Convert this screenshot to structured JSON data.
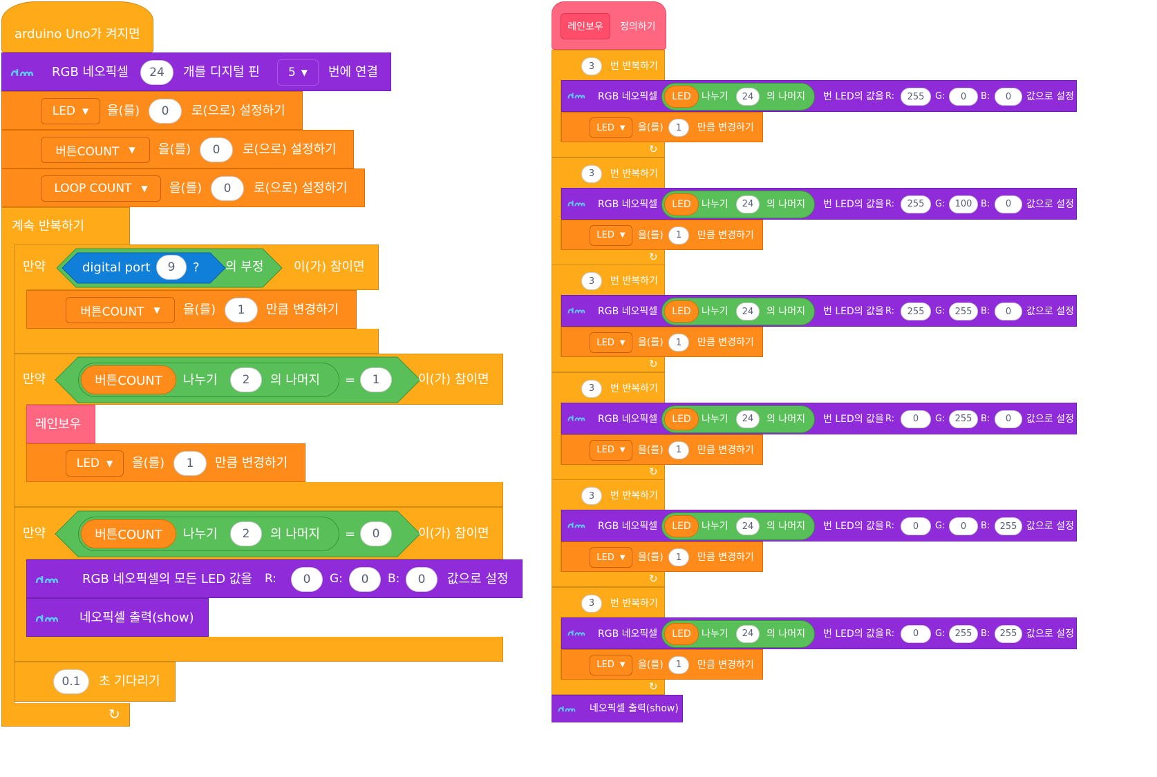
{
  "left": {
    "hat": "arduino Uno가 켜지면",
    "neopixel_connect": {
      "a": "RGB 네오픽셀",
      "count": "24",
      "b": "개를 디지털 핀",
      "pin": "5",
      "c": "번에 연결"
    },
    "set_vars": [
      {
        "var": "LED",
        "eul": "을(를)",
        "val": "0",
        "suffix": "로(으로) 설정하기"
      },
      {
        "var": "버튼COUNT",
        "eul": "을(를)",
        "val": "0",
        "suffix": "로(으로) 설정하기"
      },
      {
        "var": "LOOP COUNT",
        "eul": "을(를)",
        "val": "0",
        "suffix": "로(으로) 설정하기"
      }
    ],
    "forever": "계속 반복하기",
    "if1": {
      "if": "만약",
      "sensor": "digital port",
      "port": "9",
      "q": "?",
      "not": "의 부정",
      "then": "이(가) 참이면",
      "change": {
        "var": "버튼COUNT",
        "eul": "을(를)",
        "val": "1",
        "suffix": "만큼 변경하기"
      }
    },
    "if2": {
      "if": "만약",
      "var": "버튼COUNT",
      "div": "나누기",
      "divisor": "2",
      "mod": "의 나머지",
      "eq": "=",
      "rhs": "1",
      "then": "이(가) 참이면",
      "call": "레인보우",
      "change": {
        "var": "LED",
        "eul": "을(를)",
        "val": "1",
        "suffix": "만큼 변경하기"
      }
    },
    "if3": {
      "if": "만약",
      "var": "버튼COUNT",
      "div": "나누기",
      "divisor": "2",
      "mod": "의 나머지",
      "eq": "=",
      "rhs": "0",
      "then": "이(가) 참이면",
      "setall": {
        "label": "RGB 네오픽셀의 모든 LED 값을",
        "r_label": "R:",
        "r": "0",
        "g_label": "G:",
        "g": "0",
        "b_label": "B:",
        "b": "0",
        "suffix": "값으로 설정"
      },
      "show": "네오픽셀 출력(show)"
    },
    "wait": {
      "val": "0.1",
      "label": "초 기다리기"
    },
    "loop_arrow": "↻"
  },
  "right": {
    "define": {
      "name": "레인보우",
      "label": "정의하기"
    },
    "repeats": [
      {
        "times": "3",
        "label": "번 반복하기",
        "r": "255",
        "g": "0",
        "b": "0"
      },
      {
        "times": "3",
        "label": "번 반복하기",
        "r": "255",
        "g": "100",
        "b": "0"
      },
      {
        "times": "3",
        "label": "번 반복하기",
        "r": "255",
        "g": "255",
        "b": "0"
      },
      {
        "times": "3",
        "label": "번 반복하기",
        "r": "0",
        "g": "255",
        "b": "0"
      },
      {
        "times": "3",
        "label": "번 반복하기",
        "r": "0",
        "g": "0",
        "b": "255"
      },
      {
        "times": "3",
        "label": "번 반복하기",
        "r": "0",
        "g": "255",
        "b": "255"
      }
    ],
    "setpix": {
      "a": "RGB 네오픽셀",
      "var": "LED",
      "div": "나누기",
      "divisor": "24",
      "mod": "의 나머지",
      "b": "번 LED의 값을",
      "r_label": "R:",
      "g_label": "G:",
      "b_label": "B:",
      "suffix": "값으로 설정"
    },
    "change": {
      "var": "LED",
      "eul": "을(를)",
      "val": "1",
      "suffix": "만큼 변경하기"
    },
    "show": "네오픽셀 출력(show)"
  },
  "colors": {
    "control": "#ffab19",
    "variable": "#ff8c1a",
    "extension": "#8f2bd9",
    "operator": "#59c059",
    "sensing": "#0f7fd9",
    "myblock": "#ff6680"
  },
  "icons": {
    "ext_logo": "dm-logo-icon",
    "dropdown": "caret-down-icon",
    "loop": "loop-arrow-icon"
  }
}
